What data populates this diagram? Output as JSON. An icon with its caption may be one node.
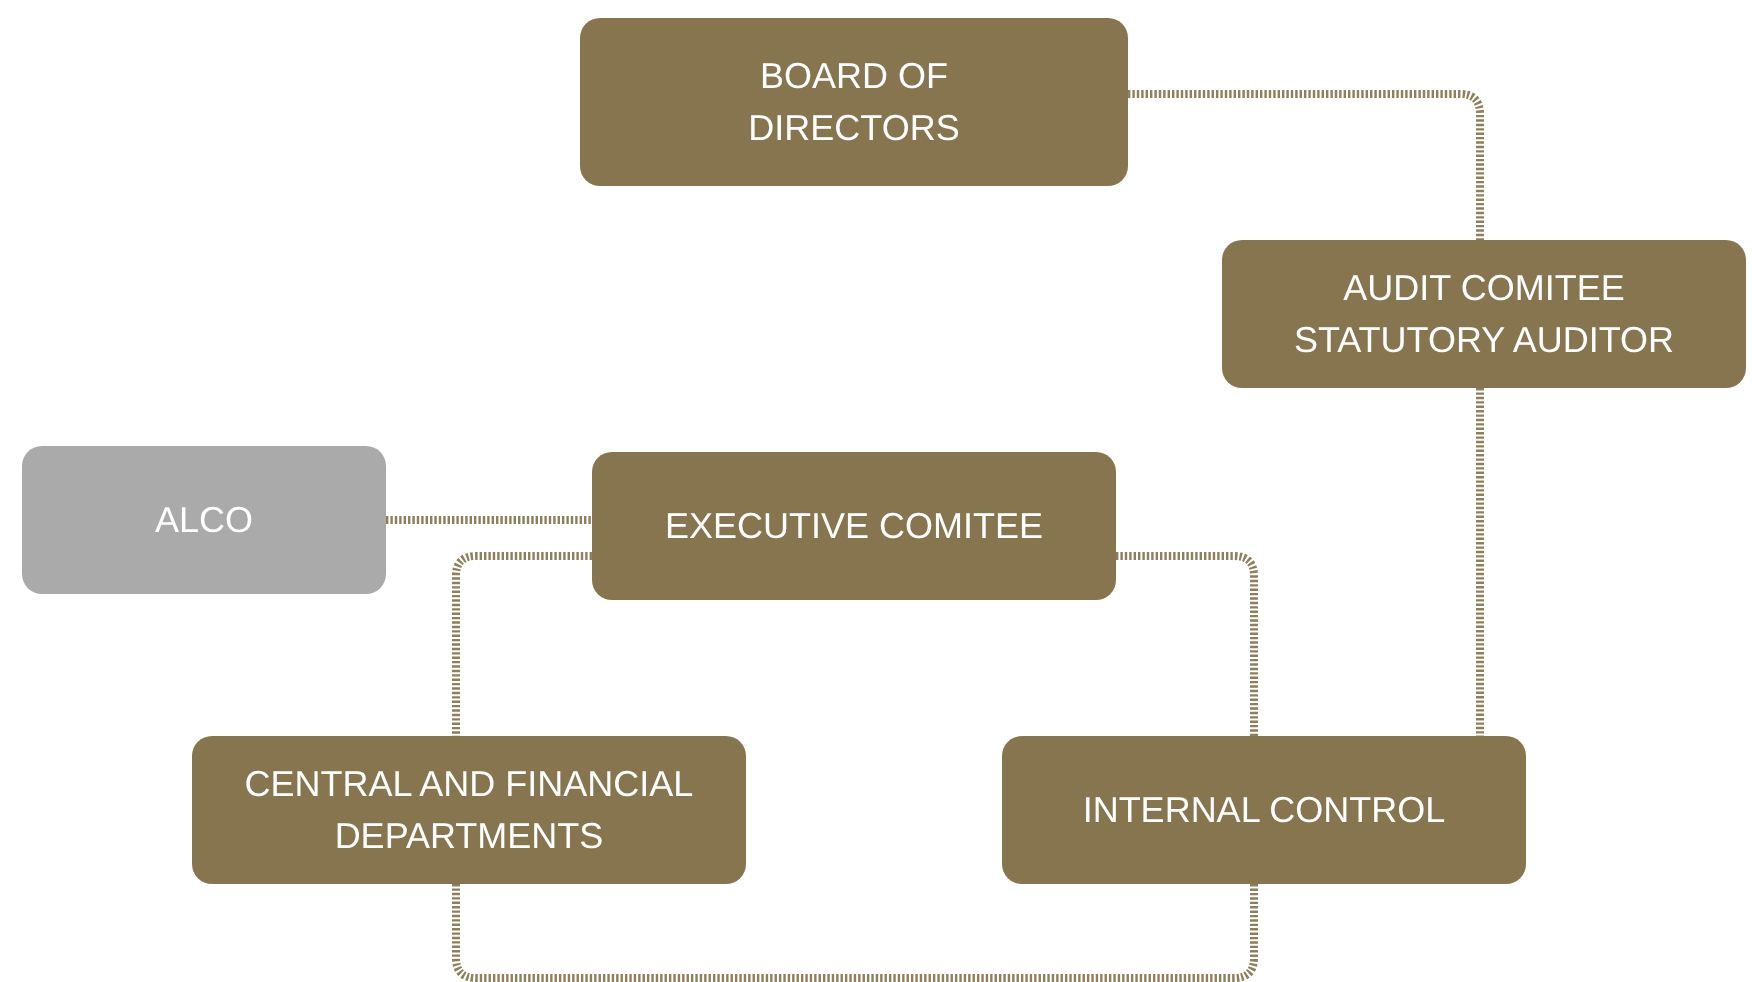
{
  "diagram": {
    "nodes": [
      {
        "text": [
          "BOARD OF DIRECTORS"
        ]
      },
      {
        "text": [
          "AUDIT COMITEE",
          "STATUTORY AUDITOR"
        ]
      },
      {
        "text": [
          "ALCO"
        ]
      },
      {
        "text": [
          "EXECUTIVE COMITEE"
        ]
      },
      {
        "text": [
          "CENTRAL AND FINANCIAL DEPARTMENTS"
        ]
      },
      {
        "text": [
          "INTERNAL CONTROL"
        ]
      }
    ],
    "edges": [
      {
        "from": 0,
        "to": 1,
        "arrow": "none"
      },
      {
        "from": 1,
        "to": 5,
        "arrow": "none"
      },
      {
        "from": 2,
        "to": 3,
        "arrow": "none"
      },
      {
        "from": 3,
        "to": 4,
        "arrow": "none"
      },
      {
        "from": 3,
        "to": 5,
        "arrow": "none"
      },
      {
        "from": 4,
        "to": 5,
        "arrow": "none"
      }
    ]
  }
}
